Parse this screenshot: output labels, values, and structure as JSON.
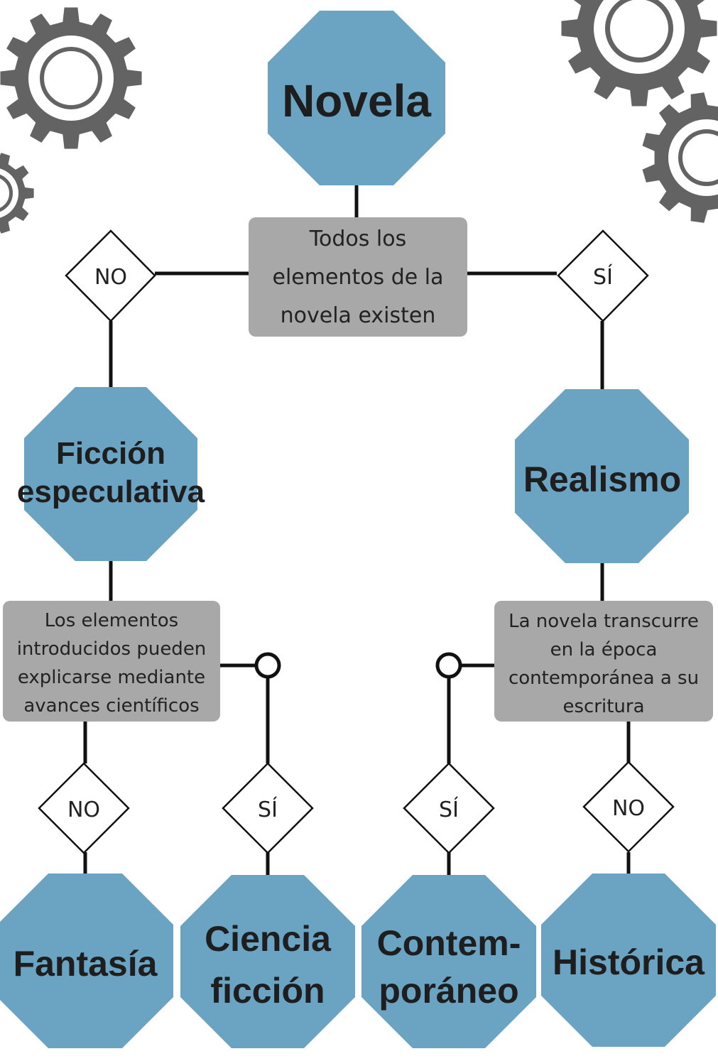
{
  "colors": {
    "octagon_fill": "#6ba3c2",
    "decision_box_fill": "#a8a8a8",
    "gear_fill": "#636363",
    "connector": "#111111",
    "diamond_fill": "#ffffff"
  },
  "icons": [
    "gear-icon"
  ],
  "nodes": {
    "root": {
      "line1": "Novela"
    },
    "decision_main": {
      "line1": "Todos los",
      "line2": "elementos de la",
      "line3": "novela existen"
    },
    "branch_no": {
      "label": "NO"
    },
    "branch_si": {
      "label": "SÍ"
    },
    "ficcion": {
      "line1": "Ficción",
      "line2": "especulativa"
    },
    "realismo": {
      "line1": "Realismo"
    },
    "decision_left": {
      "line1": "Los elementos",
      "line2": "introducidos pueden",
      "line3": "explicarse mediante",
      "line4": "avances científicos"
    },
    "decision_right": {
      "line1": "La novela transcurre",
      "line2": "en la época",
      "line3": "contemporánea a su",
      "line4": "escritura"
    },
    "left_no": {
      "label": "NO"
    },
    "left_si": {
      "label": "SÍ"
    },
    "right_si": {
      "label": "SÍ"
    },
    "right_no": {
      "label": "NO"
    },
    "fantasia": {
      "line1": "Fantasía"
    },
    "ciencia": {
      "line1": "Ciencia",
      "line2": "ficción"
    },
    "contemporaneo": {
      "line1": "Contem-",
      "line2": "poráneo"
    },
    "historica": {
      "line1": "Histórica"
    }
  }
}
